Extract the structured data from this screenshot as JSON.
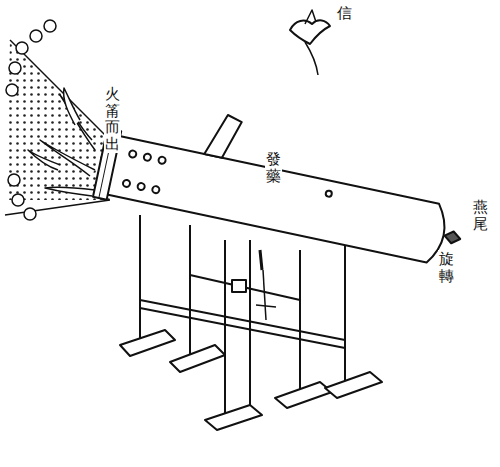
{
  "diagram": {
    "labels": [
      "火筩而出",
      "發藥",
      "信",
      "燕尾",
      "旋轉"
    ]
  }
}
